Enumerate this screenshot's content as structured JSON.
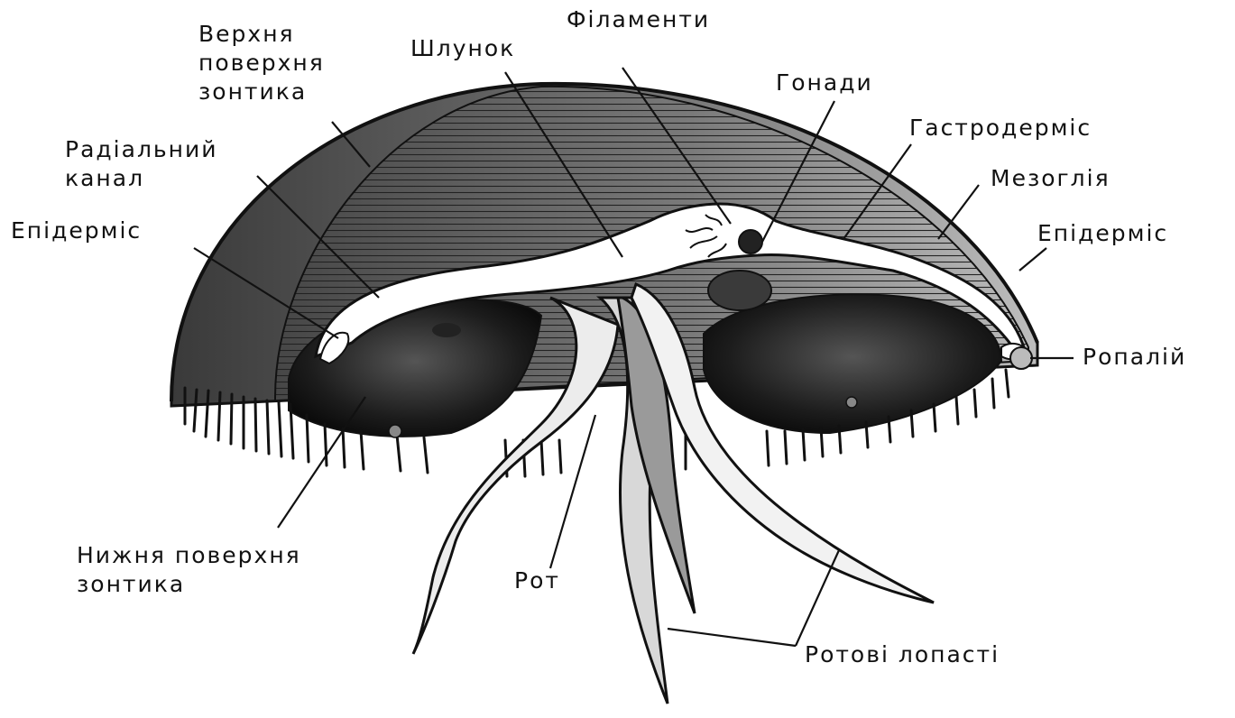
{
  "labels": {
    "upper_surface": [
      "Верхня",
      "поверхня",
      "зонтика"
    ],
    "stomach": "Шлунок",
    "filaments": "Філаменти",
    "gonads": "Гонади",
    "gastrodermis": "Гастродерміс",
    "mesoglea": "Мезоглія",
    "epidermis_right": "Епідерміс",
    "radial_canal": [
      "Радіальний",
      "канал"
    ],
    "epidermis_left": "Епідерміс",
    "rhopalium": "Ропалій",
    "lower_surface": [
      "Нижня поверхня",
      "зонтика"
    ],
    "mouth": "Рот",
    "oral_arms": "Ротові лопасті"
  },
  "colors": {
    "ink": "#111111",
    "shade_dark": "#2a2a2a",
    "shade_mid": "#6e6e6e",
    "background": "#ffffff"
  }
}
